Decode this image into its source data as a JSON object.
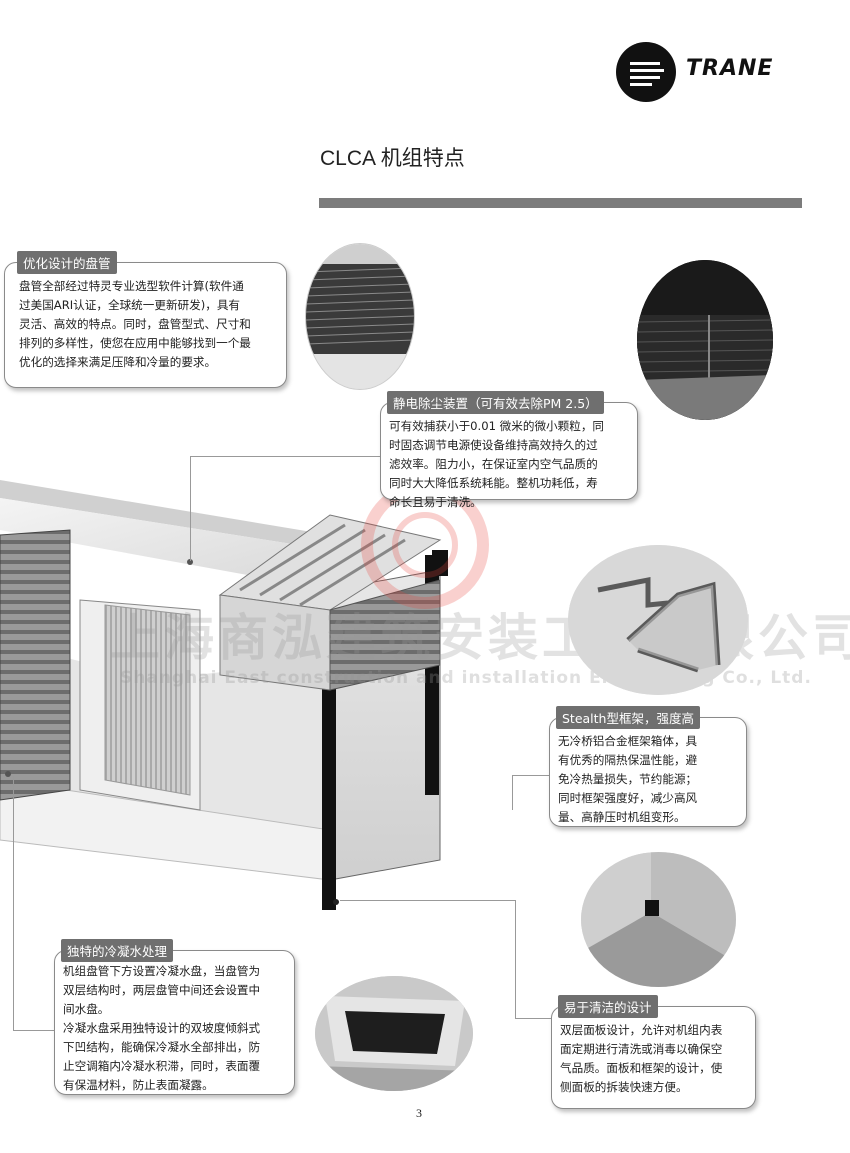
{
  "brand": {
    "logo_text": "TRANE"
  },
  "page": {
    "title": "CLCA 机组特点",
    "number": "3"
  },
  "watermark": {
    "cn": "上海商泓建筑安装工程有限公司",
    "en": "Shanghai East construction and installation Engineering Co., Ltd."
  },
  "features": [
    {
      "tag": "优化设计的盘管",
      "text": "盘管全部经过特灵专业选型软件计算(软件通\n过美国ARI认证，全球统一更新研发)，具有\n灵活、高效的特点。同时，盘管型式、尺寸和\n排列的多样性，使您在应用中能够找到一个最\n优化的选择来满足压降和冷量的要求。"
    },
    {
      "tag": "静电除尘装置（可有效去除PM 2.5）",
      "text": "可有效捕获小于0.01 微米的微小颗粒，同\n时固态调节电源使设备维持高效持久的过\n滤效率。阻力小，在保证室内空气品质的\n同时大大降低系统耗能。整机功耗低，寿\n命长且易于清洗。"
    },
    {
      "tag": "Stealth型框架，强度高",
      "text": "无冷桥铝合金框架箱体，具\n有优秀的隔热保温性能，避\n免冷热量损失，节约能源；\n同时框架强度好，减少高风\n量、高静压时机组变形。"
    },
    {
      "tag": "独特的冷凝水处理",
      "text": "机组盘管下方设置冷凝水盘，当盘管为\n双层结构时，两层盘管中间还会设置中\n间水盘。\n冷凝水盘采用独特设计的双坡度倾斜式\n下凹结构，能确保冷凝水全部排出，防\n止空调箱内冷凝水积滞，同时，表面覆\n有保温材料，防止表面凝露。"
    },
    {
      "tag": "易于清洁的设计",
      "text": "双层面板设计，允许对机组内表\n面定期进行清洗或消毒以确保空\n气品质。面板和框架的设计，使\n侧面板的拆装快速方便。"
    }
  ],
  "colors": {
    "tag_bg": "#6f6f6f",
    "title_bar": "#7c7c7c",
    "watermark_red": "#e8433a"
  }
}
